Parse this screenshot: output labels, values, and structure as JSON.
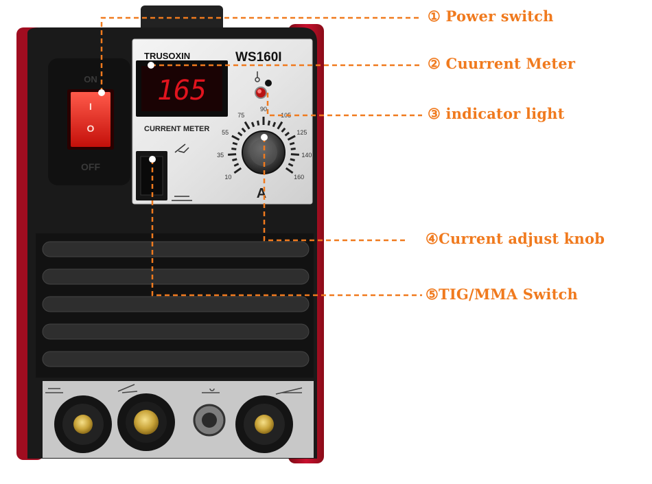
{
  "panel": {
    "brand": "TRUSOXIN",
    "model": "WS160I",
    "meter_label": "CURRENT METER",
    "meter_reading": "165",
    "power_on": "ON",
    "power_off": "OFF",
    "rocker_on": "I",
    "rocker_off": "O",
    "amp_unit": "A",
    "dial_ticks": [
      "10",
      "35",
      "55",
      "75",
      "90",
      "105",
      "125",
      "140",
      "160"
    ]
  },
  "callouts": {
    "power_switch": "① Power switch",
    "current_meter": "② Cuurrent Meter",
    "indicator_light": "③ indicator light",
    "current_knob": "④Current adjust knob",
    "tig_mma_switch": "⑤TIG/MMA Switch"
  },
  "colors": {
    "accent": "#f07a1e",
    "body_red": "#c8102e",
    "body_black": "#1a1a1a",
    "meter_red": "#e0141e"
  }
}
